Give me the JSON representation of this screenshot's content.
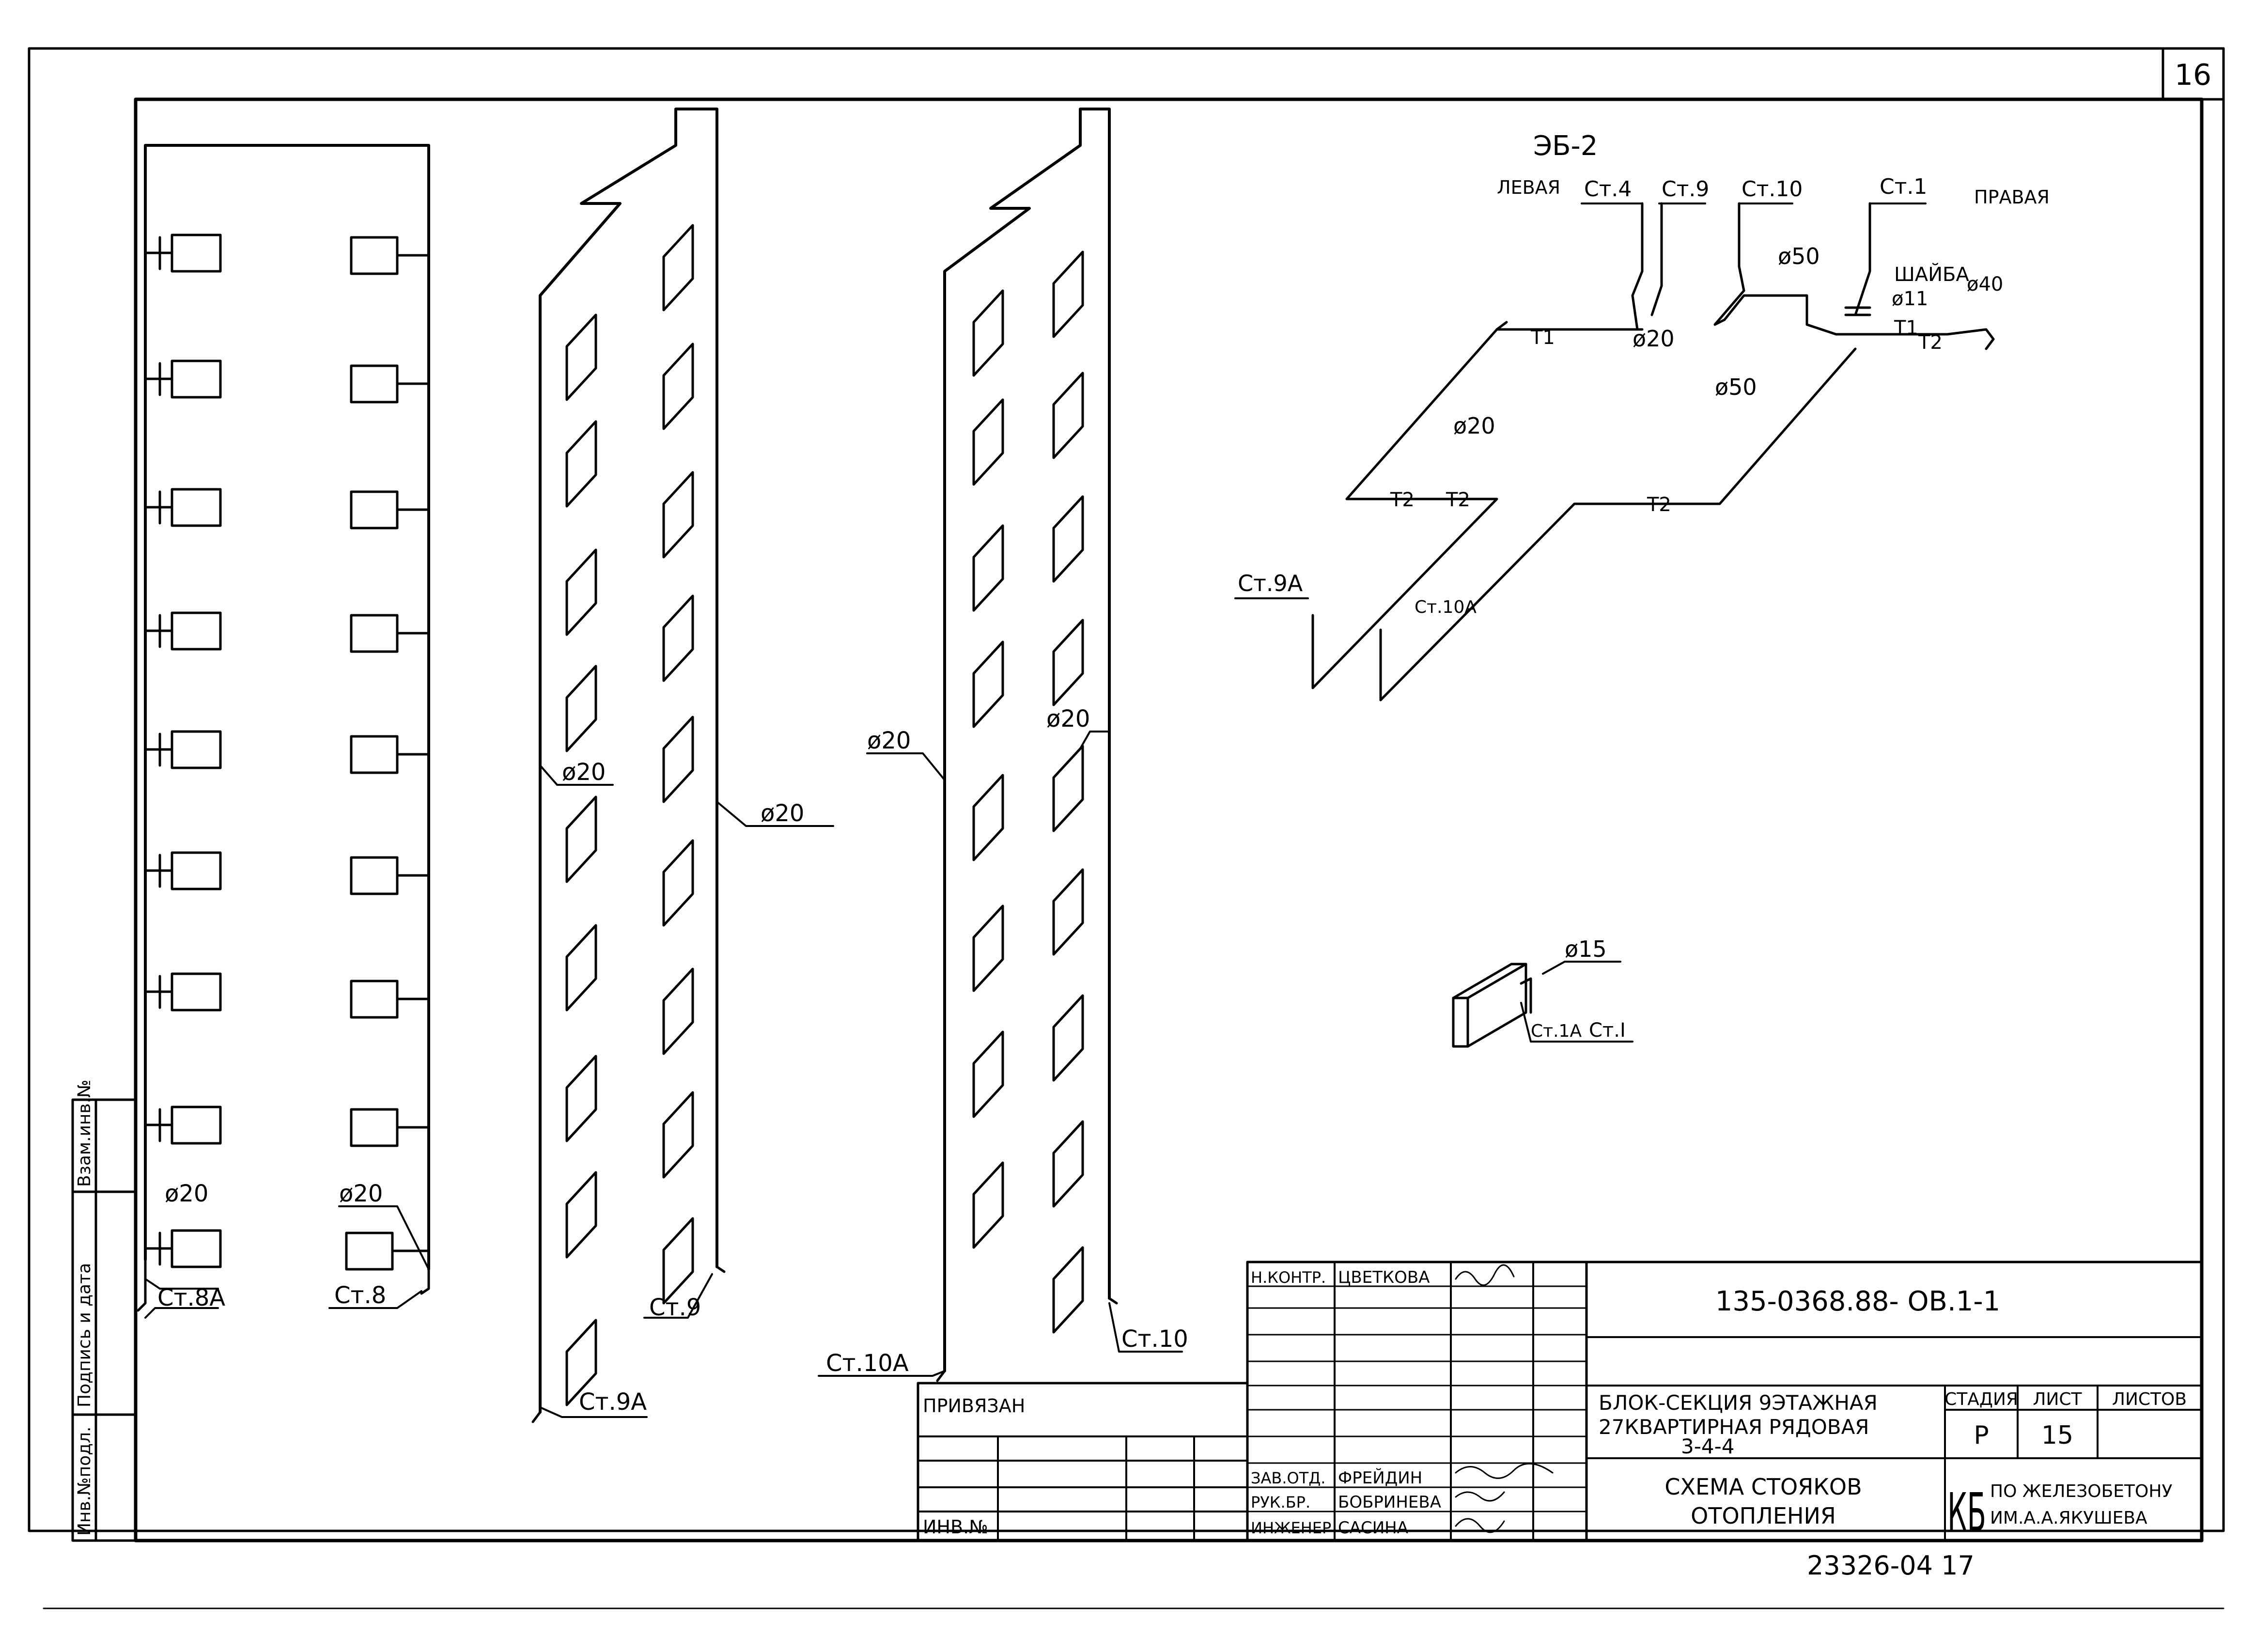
{
  "sheet": {
    "page_number": "16",
    "bottom_code": "23326-04 17"
  },
  "risers": {
    "st8a": "Ст.8А",
    "st8": "Ст.8",
    "st9": "Ст.9",
    "st9a": "Ст.9А",
    "st10": "Ст.10",
    "st10a": "Ст.10А"
  },
  "diameters": {
    "d20": "ø20",
    "d15": "ø15",
    "d50": "ø50",
    "d40": "ø40",
    "d11": "ø11"
  },
  "schematic": {
    "title": "ЭБ-2",
    "left_label": "ЛЕВАЯ",
    "right_label": "ПРАВАЯ",
    "st4": "Ст.4",
    "st9": "Ст.9",
    "st10": "Ст.10",
    "st1": "Ст.1",
    "st9a": "Ст.9А",
    "st10a": "Ст.10А",
    "washer": "ШАЙБА",
    "t1": "Т1",
    "t2": "Т2"
  },
  "detail": {
    "st1a": "Ст.1А",
    "st1": "Ст.I"
  },
  "side_stamp": {
    "inv_podl": "Инв.№подл.",
    "signature_date": "Подпись и дата",
    "vzam_inv": "Взам.инв.№"
  },
  "title_block": {
    "doc_code": "135-0368.88- ОВ.1-1",
    "privyazan": "ПРИВЯЗАН",
    "inv_no": "ИНВ.№",
    "roles": [
      {
        "role": "Н.КОНТР.",
        "name": "ЦВЕТКОВА"
      },
      {
        "role": "ЗАВ.ОТД.",
        "name": "ФРЕЙДИН"
      },
      {
        "role": "РУК.БР.",
        "name": "БОБРИНЕВА"
      },
      {
        "role": "ИНЖЕНЕР",
        "name": "САСИНА"
      }
    ],
    "project_line1": "БЛОК-СЕКЦИЯ 9ЭТАЖНАЯ",
    "project_line2": "27КВАРТИРНАЯ РЯДОВАЯ",
    "project_line3": "3-4-4",
    "sheet_title_line1": "СХЕМА СТОЯКОВ",
    "sheet_title_line2": "ОТОПЛЕНИЯ",
    "stage_header": "СТАДИЯ",
    "sheet_header": "ЛИСТ",
    "sheets_header": "ЛИСТОВ",
    "stage": "Р",
    "sheet": "15",
    "sheets": "",
    "org_logo": "КБ",
    "org_line1": "ПО ЖЕЛЕЗОБЕТОНУ",
    "org_line2": "ИМ.А.А.ЯКУШЕВА"
  }
}
